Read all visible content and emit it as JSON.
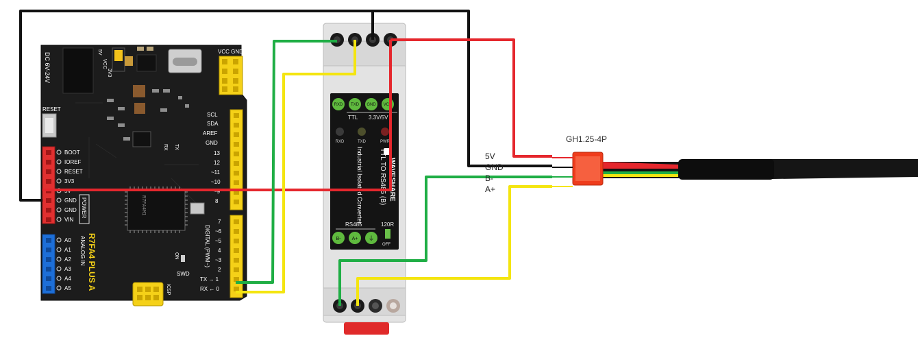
{
  "board": {
    "name": "R7FA4 PLUS A",
    "dc_jack_label": "DC 6V-24V",
    "reset_label": "RESET",
    "voltage_switch_labels": [
      "5V",
      "VCC",
      "3V3"
    ],
    "vcc_gnd_header_label": "VCC GND",
    "left_header_pins": [
      "BOOT",
      "IOREF",
      "RESET",
      "3V3",
      "5V",
      "GND",
      "GND",
      "VIN"
    ],
    "power_label": "POWER",
    "analog_pins": [
      "A0",
      "A1",
      "A2",
      "A3",
      "A4",
      "A5"
    ],
    "analog_label": "ANALOG IN",
    "top_right_pins": [
      "SCL",
      "SDA",
      "AREF",
      "GND",
      "13",
      "12",
      "~11",
      "~10",
      "~9",
      "8"
    ],
    "digital_pins": [
      "7",
      "~6",
      "~5",
      "4",
      "~3",
      "2",
      "TX → 1",
      "RX ← 0"
    ],
    "digital_label": "DIGITAL (PWM~)",
    "chip_text": "R7FA4M1",
    "rx_label": "RX",
    "tx_label": "TX",
    "on_label": "ON",
    "swd_label": "SWD",
    "icsp_label": "ICSP"
  },
  "converter": {
    "brand": "WAVESHARE",
    "title": "TTL TO RS485 (B)",
    "subtitle": "Industrial Isolated Converter",
    "ttl_pins": [
      "RXD",
      "TXD",
      "GND",
      "VCC"
    ],
    "ttl_label": "TTL",
    "voltage_label": "3.3V/5V",
    "leds": [
      "RXD",
      "TXD",
      "PWR"
    ],
    "rs485_label": "RS485",
    "rs485_pins": [
      "B-",
      "A+",
      "⏚"
    ],
    "resistor_label": "120R",
    "switch_off_label": "OFF"
  },
  "connector": {
    "label": "GH1.25-4P",
    "pins": [
      "5V",
      "GND",
      "B-",
      "A+"
    ]
  },
  "colors": {
    "red": "#e5272d",
    "black": "#111111",
    "green": "#1fae45",
    "yellow": "#f4e510",
    "board": "#1c1c1c",
    "header_yellow": "#f5d118",
    "header_red": "#e13030",
    "header_blue": "#1d6fd8",
    "converter_body": "#e3e3e3",
    "connector": "#ef3c1c"
  },
  "icons": [
    "usb-c-port-icon",
    "dc-jack-icon",
    "reset-button-icon",
    "led-icon",
    "ground-symbol-icon",
    "waveshare-logo-icon"
  ]
}
